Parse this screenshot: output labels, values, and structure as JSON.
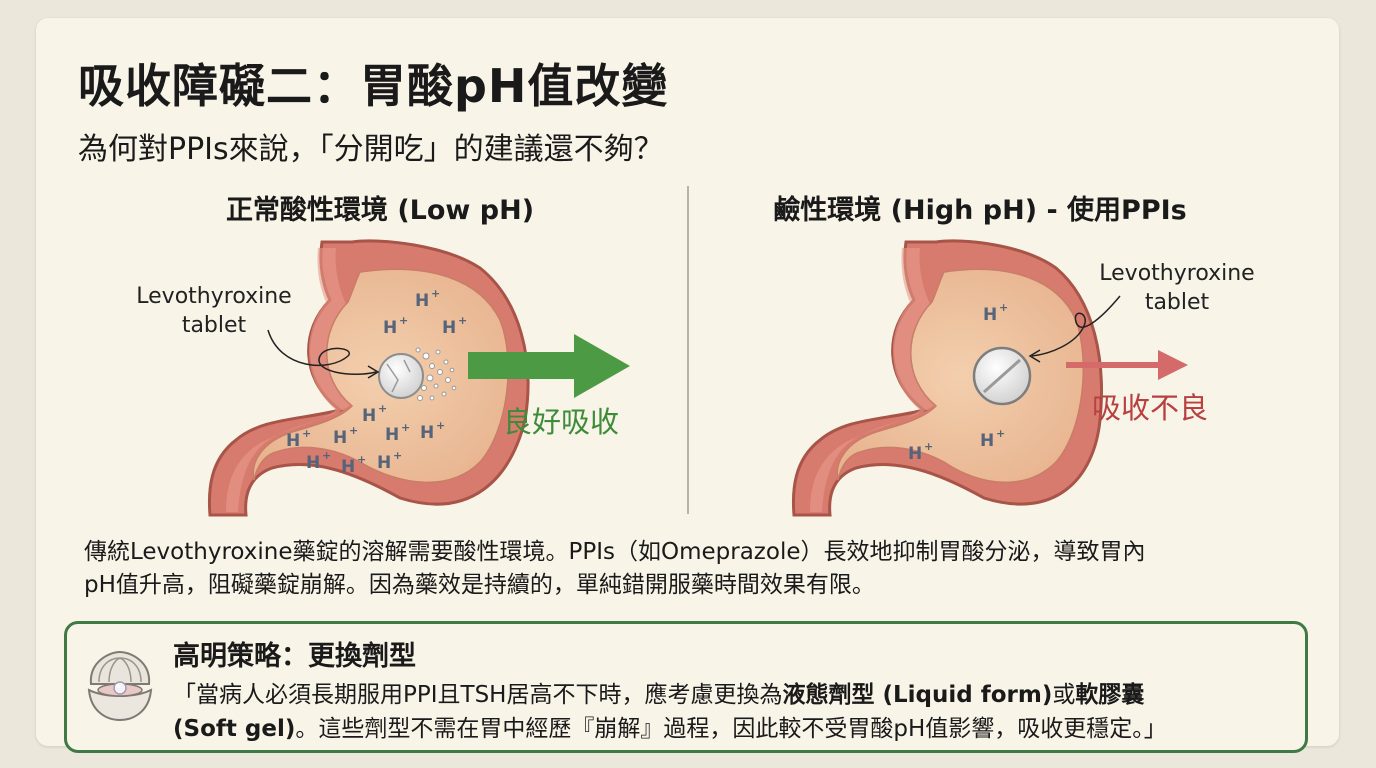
{
  "title": "吸收障礙二：胃酸pH值改變",
  "subtitle": "為何對PPIs來說，「分開吃」的建議還不夠？",
  "left_panel": {
    "heading": "正常酸性環境 (Low pH)",
    "tablet_label_line1": "Levothyroxine",
    "tablet_label_line2": "tablet",
    "ion_label": "H",
    "ion_charge": "+",
    "result": "良好吸收",
    "result_color": "#3e8b3a"
  },
  "right_panel": {
    "heading": "鹼性環境 (High pH) - 使用PPIs",
    "tablet_label_line1": "Levothyroxine",
    "tablet_label_line2": "tablet",
    "ion_label": "H",
    "ion_charge": "+",
    "result": "吸收不良",
    "result_color": "#b84040"
  },
  "paragraph": {
    "line1": "傳統Levothyroxine藥錠的溶解需要酸性環境。PPIs（如Omeprazole）長效地抑制胃酸分泌，導致胃內",
    "line2": "pH值升高，阻礙藥錠崩解。因為藥效是持續的，單純錯開服藥時間效果有限。"
  },
  "strategy": {
    "title": "高明策略：更換劑型",
    "text_part1": "「當病人必須長期服用PPI且TSH居高不下時，應考慮更換為",
    "text_bold1": "液態劑型 (Liquid form)",
    "text_part2": "或",
    "text_bold2": "軟膠囊",
    "text_bold3": "(Soft gel)",
    "text_part3": "。這些劑型不需在胃中經歷『崩解』過程，因此較不受胃酸pH值影響，吸收更穩定。」",
    "border_color": "#3f7a45"
  }
}
